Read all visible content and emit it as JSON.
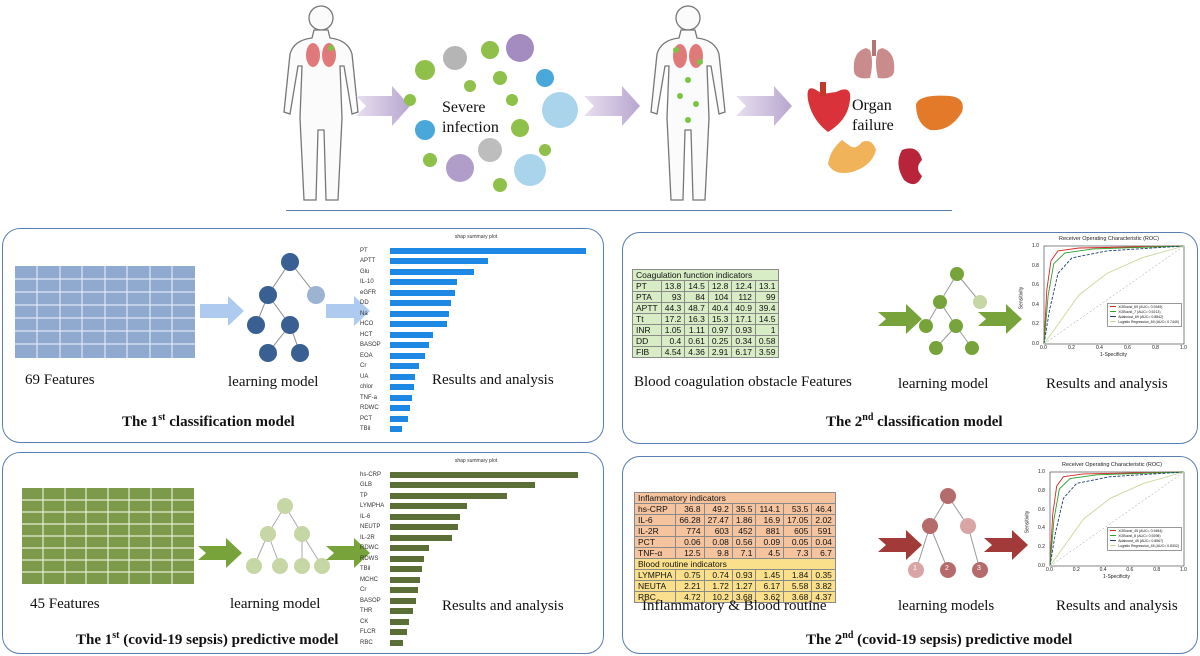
{
  "top": {
    "stage1_label": "Severe infection",
    "stage2_label": "Organ failure"
  },
  "panel1": {
    "features_label": "69 Features",
    "model_label": "learning  model",
    "results_label": "Results  and analysis",
    "title_pre": "The 1",
    "title_sup": "st",
    "title_post": " classification model",
    "shap": {
      "plot_title": "shap summary plot",
      "features": [
        "PT",
        "APTT",
        "Glu",
        "IL-10",
        "eGFR",
        "DD",
        "Na",
        "HCO",
        "HCT",
        "BASOP",
        "EOA",
        "Cr",
        "UA",
        "chlor",
        "TNF-a",
        "RDWC",
        "PCT",
        "TBil"
      ],
      "importance": [
        1.0,
        0.5,
        0.43,
        0.34,
        0.33,
        0.31,
        0.3,
        0.29,
        0.22,
        0.2,
        0.18,
        0.15,
        0.13,
        0.12,
        0.11,
        0.1,
        0.09,
        0.06
      ]
    }
  },
  "panel2": {
    "table_title": "Coagulation function indicators",
    "rows": [
      {
        "name": "PT",
        "values": [
          "13.8",
          "14.5",
          "12.8",
          "12.4",
          "13.1"
        ]
      },
      {
        "name": "PTA",
        "values": [
          "93",
          "84",
          "104",
          "112",
          "99"
        ]
      },
      {
        "name": "APTT",
        "values": [
          "44.3",
          "48.7",
          "40.4",
          "40.9",
          "39.4"
        ]
      },
      {
        "name": "Tt",
        "values": [
          "17.2",
          "16.3",
          "15.3",
          "17.1",
          "14.5"
        ]
      },
      {
        "name": "INR",
        "values": [
          "1.05",
          "1.11",
          "0.97",
          "0.93",
          "1"
        ]
      },
      {
        "name": "DD",
        "values": [
          "0.4",
          "0.61",
          "0.25",
          "0.34",
          "0.58"
        ]
      },
      {
        "name": "FIB",
        "values": [
          "4.54",
          "4.36",
          "2.91",
          "6.17",
          "3.59"
        ]
      }
    ],
    "features_label": "Blood coagulation  obstacle Features",
    "model_label": "learning  model",
    "results_label": "Results  and analysis",
    "title_pre": "The 2",
    "title_sup": "nd",
    "title_post": " classification model",
    "roc": {
      "plot_title": "Receiver Operating Characteristic (ROC)",
      "xlabel": "1-Specificity",
      "ylabel": "Sensitivity",
      "ticks_y": [
        "1.0",
        "0.8",
        "0.6",
        "0.4",
        "0.2",
        "0.0"
      ],
      "ticks_x": [
        "0.0",
        "0.2",
        "0.4",
        "0.6",
        "0.8",
        "1.0"
      ],
      "legend": [
        "XGBoost_69 (AUC= 0.9349)",
        "XGBoost_7 (AUC= 0.9213)",
        "Adaboost_69 (AUC= 0.8842)",
        "Logistic Regression_69 (AUC= 0.7449)"
      ],
      "colors": [
        "#d62728",
        "#2ca02c",
        "#1f3f6e",
        "#c8d89a"
      ]
    }
  },
  "panel3": {
    "features_label": "45 Features",
    "model_label": "learning  model",
    "results_label": "Results  and analysis",
    "title_pre": "The 1",
    "title_sup": "st",
    "title_post": " (covid-19 sepsis) predictive model",
    "shap": {
      "plot_title": "shap summary plot",
      "features": [
        "hs-CRP",
        "GLB",
        "TP",
        "LYMPHA",
        "IL-6",
        "NEUTP",
        "IL-2R",
        "RDWC",
        "RDWS",
        "TBil",
        "MCHC",
        "Cr",
        "BASOP",
        "THR",
        "CK",
        "FLCR",
        "RBC"
      ],
      "importance": [
        1.0,
        0.77,
        0.62,
        0.41,
        0.37,
        0.36,
        0.33,
        0.21,
        0.18,
        0.17,
        0.16,
        0.15,
        0.14,
        0.12,
        0.1,
        0.09,
        0.07
      ]
    }
  },
  "panel4": {
    "section1_title": "Inflammatory indicators",
    "section1_rows": [
      {
        "name": "hs-CRP",
        "values": [
          "36.8",
          "49.2",
          "35.5",
          "114.1",
          "53.5",
          "46.4"
        ]
      },
      {
        "name": "IL-6",
        "values": [
          "66.28",
          "27.47",
          "1.86",
          "16.9",
          "17.05",
          "2.02"
        ]
      },
      {
        "name": "IL-2R",
        "values": [
          "774",
          "603",
          "452",
          "881",
          "605",
          "591"
        ]
      },
      {
        "name": "PCT",
        "values": [
          "0.06",
          "0.08",
          "0.56",
          "0.09",
          "0.05",
          "0.04"
        ]
      },
      {
        "name": "TNF-α",
        "values": [
          "12.5",
          "9.8",
          "7.1",
          "4.5",
          "7.3",
          "6.7"
        ]
      }
    ],
    "section2_title": "Blood routine indicators",
    "section2_rows": [
      {
        "name": "LYMPHA",
        "values": [
          "0.75",
          "0.74",
          "0.93",
          "1.45",
          "1.84",
          "0.35"
        ]
      },
      {
        "name": "NEUTA",
        "values": [
          "2.21",
          "1.72",
          "1.27",
          "6.17",
          "5.58",
          "3.82"
        ]
      },
      {
        "name": "RBC",
        "values": [
          "4.72",
          "10.2",
          "3.68",
          "3.62",
          "3.68",
          "4.37"
        ]
      }
    ],
    "features_label": "Inflammatory  &  Blood routine",
    "model_label": "learning  models",
    "results_label": "Results  and analysis",
    "title_pre": "The 2",
    "title_sup": "nd",
    "title_post": " (covid-19 sepsis) predictive model",
    "node_labels": [
      "1",
      "2",
      "3"
    ],
    "roc": {
      "plot_title": "Receiver Operating Characteristic (ROC)",
      "xlabel": "1-Specificity",
      "ylabel": "Sensitivity",
      "ticks_y": [
        "1.0",
        "0.8",
        "0.6",
        "0.4",
        "0.2",
        "0.0"
      ],
      "ticks_x": [
        "0.0",
        "0.2",
        "0.4",
        "0.6",
        "0.8",
        "1.0"
      ],
      "legend": [
        "XGBoost_45 (AUC= 0.9484)",
        "XGBoost_8 (AUC= 0.9298)",
        "Adaboost_45 (AUC= 0.8567)",
        "Logistic Regression_45 (AUC= 0.8302)"
      ],
      "colors": [
        "#d62728",
        "#2ca02c",
        "#1f3f6e",
        "#c8d89a"
      ]
    }
  },
  "colors": {
    "panel_border": "#5b7fb0",
    "arrow_purple": "#c7b6d8",
    "arrow_blue": "#aecbef",
    "arrow_green": "#77a33a",
    "arrow_red": "#a23a3a",
    "shap_blue": "#1e88e5",
    "shap_olive": "#5b6e35",
    "node_blue": "#3a5f93",
    "node_green": "#77a33a",
    "node_lightgreen": "#c6d6a4",
    "node_red": "#b56b6b",
    "table_green": "#d8ecc6",
    "table_orange": "#f5c39e",
    "table_yellow": "#fbe08c"
  }
}
